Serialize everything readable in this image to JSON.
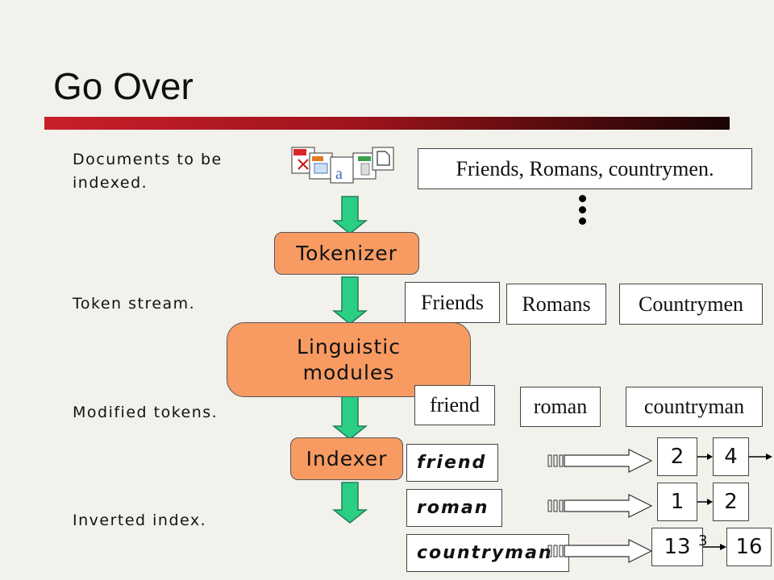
{
  "slide": {
    "title": "Go Over",
    "page_number": "3"
  },
  "labels": {
    "documents": "Documents to be indexed.",
    "token_stream": "Token stream.",
    "modified_tokens": "Modified tokens.",
    "inverted_index": "Inverted index."
  },
  "stages": {
    "tokenizer": "Tokenizer",
    "linguistic": "Linguistic modules",
    "indexer": "Indexer"
  },
  "source_text": "Friends, Romans, countrymen.",
  "tokens": [
    "Friends",
    "Romans",
    "Countrymen"
  ],
  "modified_tokens": [
    "friend",
    "roman",
    "countryman"
  ],
  "index_terms": [
    {
      "term": "friend",
      "postings": [
        "2",
        "4"
      ]
    },
    {
      "term": "roman",
      "postings": [
        "1",
        "2"
      ]
    },
    {
      "term": "countryman",
      "postings": [
        "13",
        "16"
      ]
    }
  ],
  "icons": [
    "pdf-file-icon",
    "spreadsheet-file-icon",
    "word-file-icon",
    "image-file-icon",
    "blank-file-icon"
  ]
}
